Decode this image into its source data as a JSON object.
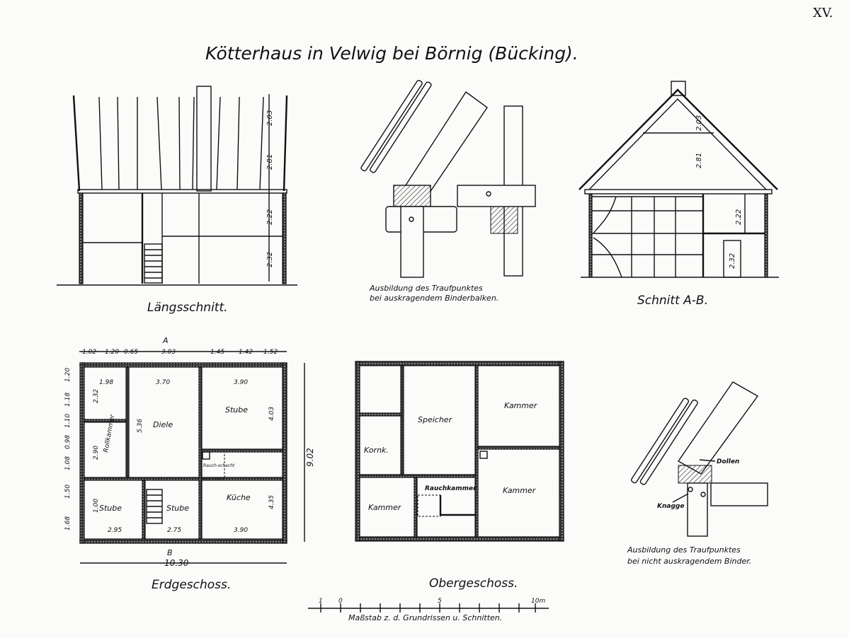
{
  "sheet_number": "XV.",
  "title": "Kötterhaus in Velwig bei Börnig (Bücking).",
  "longitudinal_section": {
    "caption": "Längsschnitt.",
    "dims": [
      "2.03",
      "2.81",
      "2.22",
      "2.32"
    ]
  },
  "eaves_detail_projecting": {
    "caption_line1": "Ausbildung des Traufpunktes",
    "caption_line2": "bei auskragendem Binderbalken."
  },
  "cross_section": {
    "caption": "Schnitt A-B.",
    "dims": [
      "2.03",
      "2.81",
      "2.22",
      "2.32"
    ]
  },
  "ground_floor": {
    "caption": "Erdgeschoss.",
    "section_marks": [
      "A",
      "B"
    ],
    "top_dims": [
      "1.02",
      "1.20",
      "0.65",
      "3.03",
      "1.45",
      "1.42",
      "1.52"
    ],
    "left_dims": [
      "1.20",
      "1.18",
      "1.10",
      "0.98",
      "1.08",
      "1.50",
      "1.68"
    ],
    "overall_width": "10.30",
    "overall_depth": "9.02",
    "rooms": {
      "diele": "Diele",
      "stube_ne": "Stube",
      "rollkammer": "Rollkammer",
      "rauchschacht": "Rauch-schacht",
      "stube_sw": "Stube",
      "stube_s": "Stube",
      "kueche": "Küche"
    },
    "inner_dims": {
      "d198": "1.98",
      "d370": "3.70",
      "d390a": "3.90",
      "d232": "2.32",
      "d536": "5.36",
      "d403": "4.03",
      "d290": "2.90",
      "d435": "4.35",
      "d100": "1.00",
      "d295": "2.95",
      "d275": "2.75",
      "d390b": "3.90"
    }
  },
  "upper_floor": {
    "caption": "Obergeschoss.",
    "rooms": {
      "speicher": "Speicher",
      "kammer_ne": "Kammer",
      "kornk": "Kornk.",
      "rauchkammer": "Rauchkammer",
      "kammer_sw": "Kammer",
      "kammer_se": "Kammer"
    }
  },
  "eaves_detail_non_projecting": {
    "label_dollen": "Dollen",
    "label_knagge": "Knagge",
    "caption_line1": "Ausbildung des Traufpunktes",
    "caption_line2": "bei nicht auskragendem Binder."
  },
  "scale_bar": {
    "labels": [
      "1",
      "0",
      "5",
      "10m"
    ],
    "caption": "Maßstab z. d. Grundrissen u. Schnitten."
  }
}
